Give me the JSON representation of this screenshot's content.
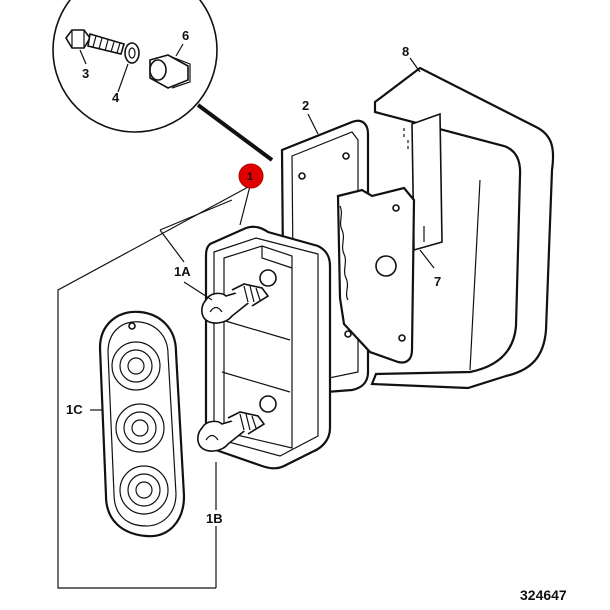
{
  "figure_ref": "324647",
  "callout_colors": {
    "highlight": "#e00000",
    "ink": "#111111"
  },
  "labels": {
    "assembly": "1",
    "bulb_top": "1A",
    "bulb_bottom": "1B",
    "lens": "1C",
    "gasket": "2",
    "bolt": "3",
    "washer": "4",
    "spacer": "6",
    "bracket_nut": "7",
    "cover": "8"
  }
}
